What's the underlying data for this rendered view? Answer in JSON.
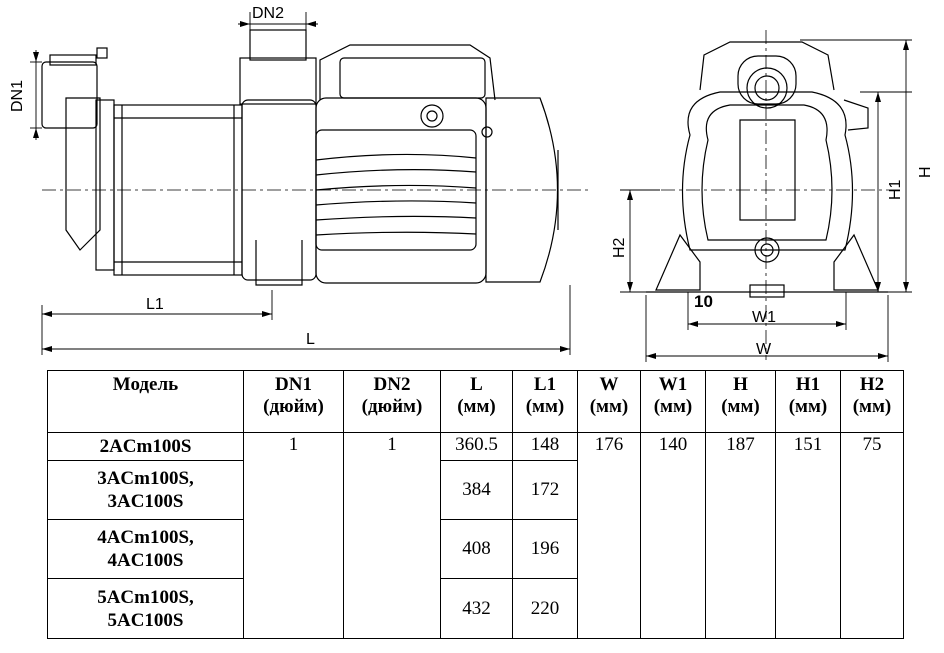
{
  "drawing": {
    "dims": {
      "dn1": "DN1",
      "dn2": "DN2",
      "l1": "L1",
      "l": "L",
      "h": "H",
      "h1": "H1",
      "h2": "H2",
      "w1": "W1",
      "w": "W"
    },
    "annotation": "10"
  },
  "table": {
    "headers": [
      {
        "top": "Модель",
        "bottom": ""
      },
      {
        "top": "DN1",
        "bottom": "(дюйм)"
      },
      {
        "top": "DN2",
        "bottom": "(дюйм)"
      },
      {
        "top": "L",
        "bottom": "(мм)"
      },
      {
        "top": "L1",
        "bottom": "(мм)"
      },
      {
        "top": "W",
        "bottom": "(мм)"
      },
      {
        "top": "W1",
        "bottom": "(мм)"
      },
      {
        "top": "H",
        "bottom": "(мм)"
      },
      {
        "top": "H1",
        "bottom": "(мм)"
      },
      {
        "top": "H2",
        "bottom": "(мм)"
      }
    ],
    "rows": [
      {
        "model_line1": "2ACm100S",
        "model_line2": "",
        "L": "360.5",
        "L1": "148"
      },
      {
        "model_line1": "3ACm100S,",
        "model_line2": "3AC100S",
        "L": "384",
        "L1": "172"
      },
      {
        "model_line1": "4ACm100S,",
        "model_line2": "4AC100S",
        "L": "408",
        "L1": "196"
      },
      {
        "model_line1": "5ACm100S,",
        "model_line2": "5AC100S",
        "L": "432",
        "L1": "220"
      }
    ],
    "common": {
      "DN1": "1",
      "DN2": "1",
      "W": "176",
      "W1": "140",
      "H": "187",
      "H1": "151",
      "H2": "75"
    }
  }
}
